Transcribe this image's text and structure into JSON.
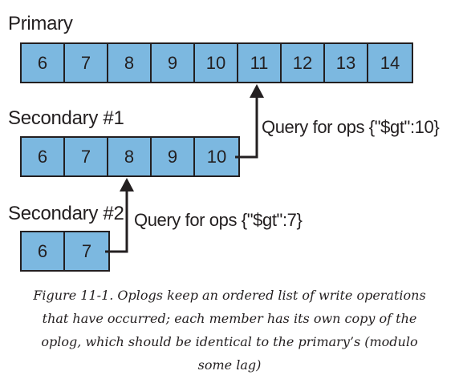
{
  "primary": {
    "label": "Primary",
    "ops": [
      "6",
      "7",
      "8",
      "9",
      "10",
      "11",
      "12",
      "13",
      "14"
    ]
  },
  "secondary1": {
    "label": "Secondary #1",
    "ops": [
      "6",
      "7",
      "8",
      "9",
      "10"
    ],
    "query": "Query for ops {\"$gt\":10}"
  },
  "secondary2": {
    "label": "Secondary #2",
    "ops": [
      "6",
      "7"
    ],
    "query": "Query for ops {\"$gt\":7}"
  },
  "caption": "Figure 11-1. Oplogs keep an ordered list of write operations that have occurred; each member has its own copy of the oplog, which should be identical to the primary’s (modulo some lag)",
  "colors": {
    "cell_fill": "#7cb8e0",
    "stroke": "#231f20"
  }
}
